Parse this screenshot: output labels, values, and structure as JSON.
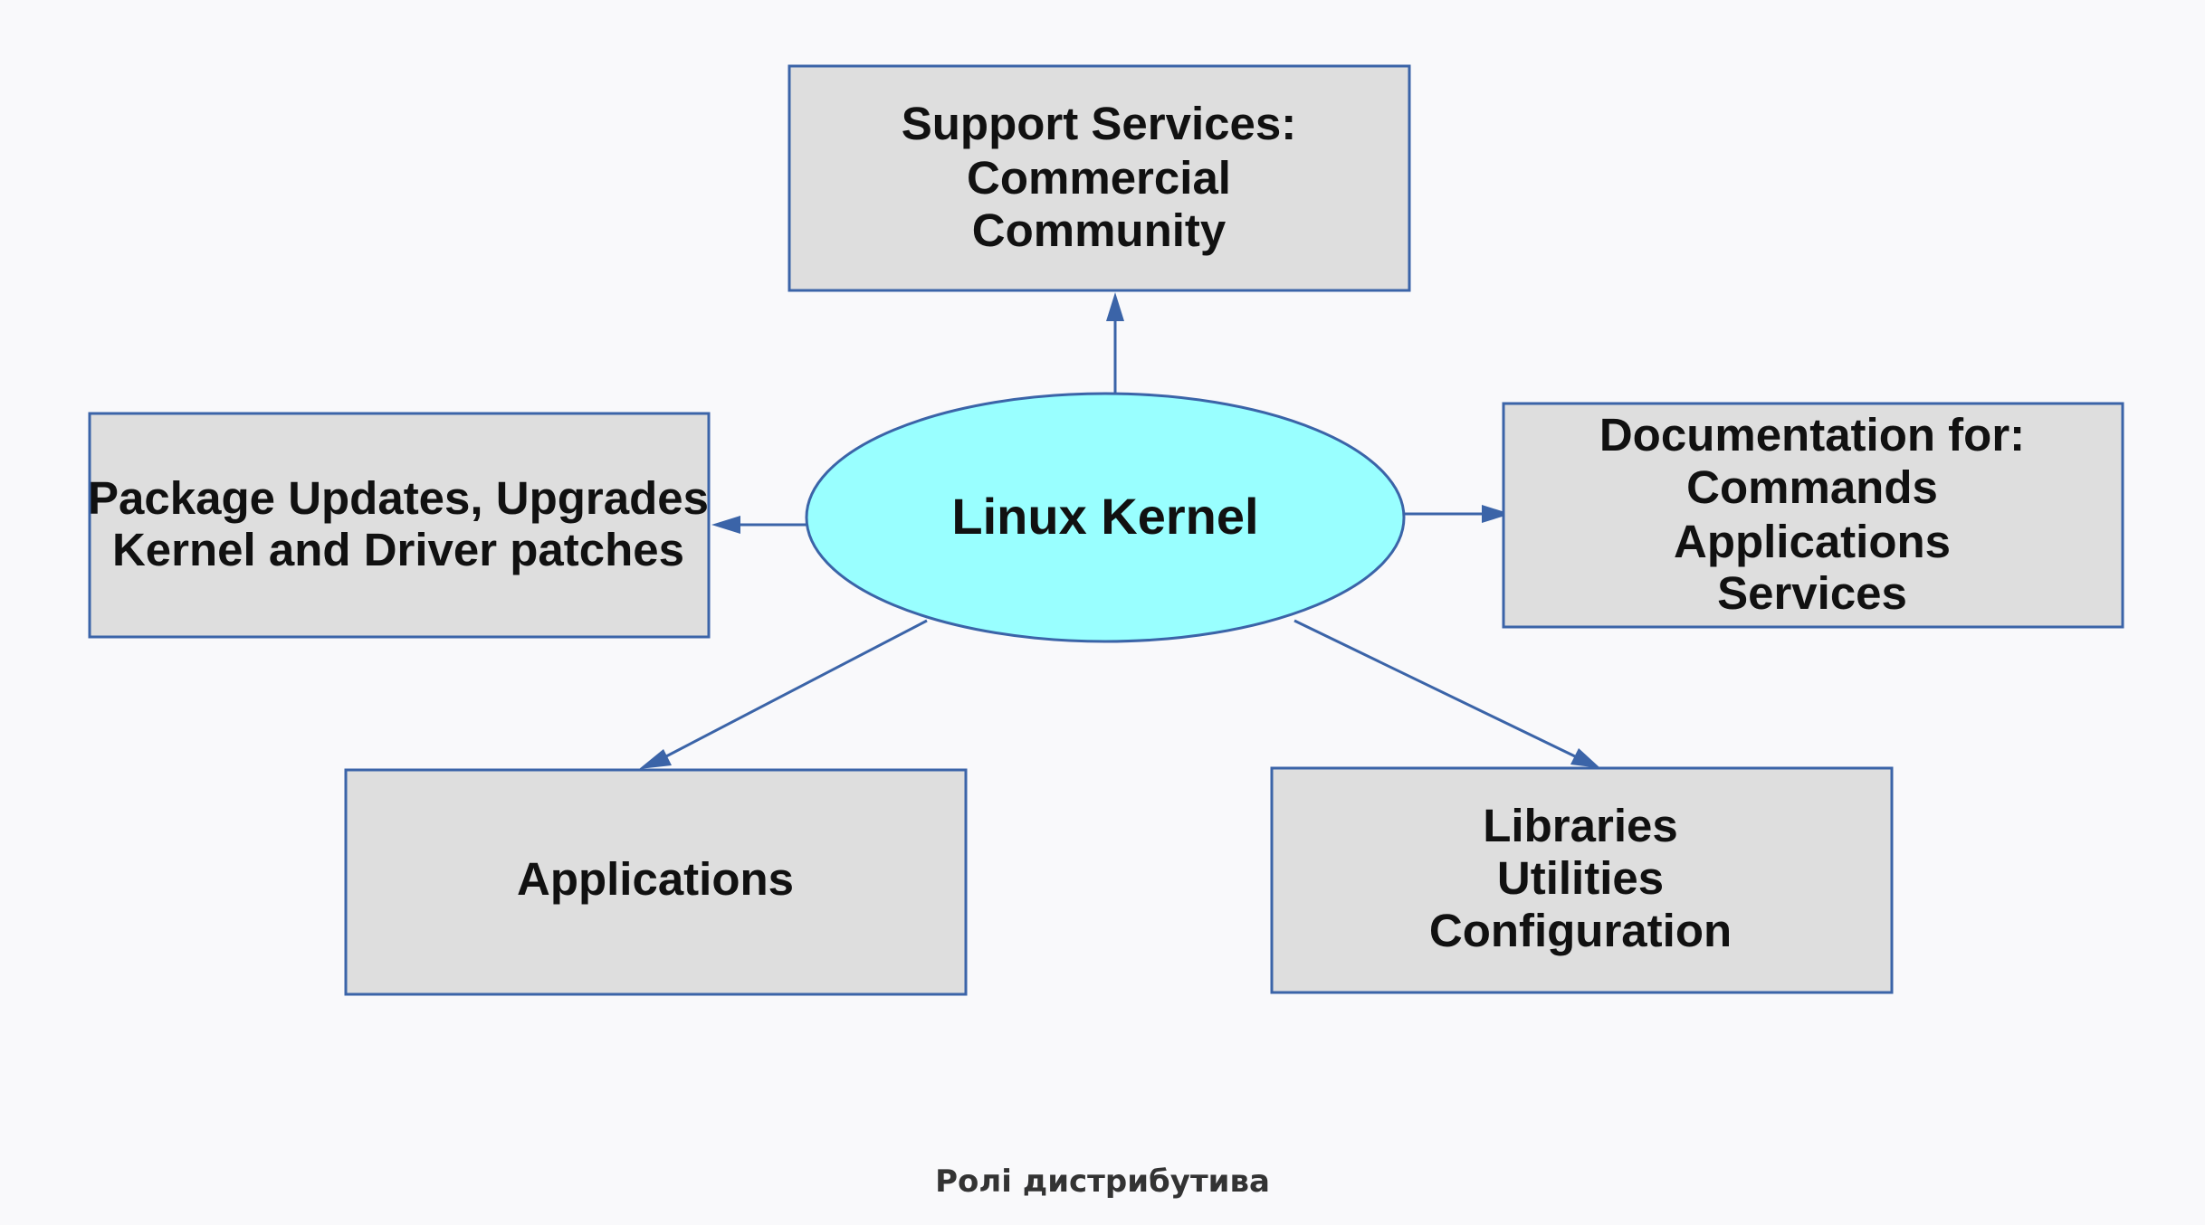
{
  "diagram": {
    "center": {
      "label": "Linux Kernel"
    },
    "boxes": {
      "support": {
        "lines": [
          "Support Services:",
          "Commercial",
          "Community"
        ]
      },
      "packages": {
        "lines": [
          "Package Updates, Upgrades",
          "Kernel and Driver patches"
        ]
      },
      "documentation": {
        "lines": [
          "Documentation for:",
          "Commands",
          "Applications",
          "Services"
        ]
      },
      "applications": {
        "lines": [
          "Applications"
        ]
      },
      "libraries": {
        "lines": [
          "Libraries",
          "Utilities",
          "Configuration"
        ]
      }
    },
    "colors": {
      "box_fill": "#dedede",
      "box_stroke": "#3b64a8",
      "ellipse_fill": "#99ffff",
      "arrow": "#3b64a8"
    }
  },
  "caption": "Ролі дистрибутива"
}
